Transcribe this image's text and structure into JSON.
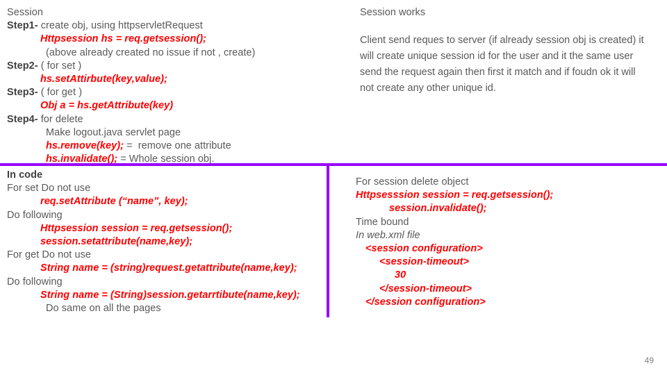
{
  "slide": {
    "page_number": "49",
    "accent_color": "#9900ff",
    "code_color": "#ff0000",
    "text_color": "#595959"
  },
  "top_left": {
    "title": "Session",
    "lines": [
      {
        "step": "Step1-",
        "rest": " create obj, using httpservletRequest"
      },
      {
        "code": "Httpsession hs = req.getsession();"
      },
      {
        "plain": "(above already created no issue if not , create)"
      },
      {
        "step": "Step2-",
        "rest": " ( for set )"
      },
      {
        "code": "hs.setAttirbute(key,value);"
      },
      {
        "step": "Step3-",
        "rest": " ( for get )"
      },
      {
        "code": "Obj a = hs.getAttribute(key)"
      },
      {
        "step": "Step4-",
        "rest": " for delete"
      },
      {
        "plain": "Make logout.java servlet page"
      },
      {
        "code": "hs.remove(key);",
        "tail": " =  remove one attribute"
      },
      {
        "code": "hs.invalidate();",
        "tail": " = Whole session obj."
      }
    ]
  },
  "top_right": {
    "title": "Session works",
    "paragraph": "Client send reques to server (if already session obj is created) it will create unique session id for the user and it the same user send the request again then first it match and if foudn ok it will not create any other unique id."
  },
  "bottom_left": {
    "heading": "In code",
    "lines": [
      {
        "plain": "For set Do not use"
      },
      {
        "code": "req.setAttribute (“name”, key);"
      },
      {
        "plain": "Do following"
      },
      {
        "code": "Httpsession session = req.getsession();"
      },
      {
        "code": "session.setattribute(name,key);"
      },
      {
        "plain": "For get Do not use"
      },
      {
        "code": "String name = (string)request.getattribute(name,key);"
      },
      {
        "plain": "Do following"
      },
      {
        "code": "String name = (String)session.getarrtibute(name,key);"
      },
      {
        "plain": "Do same on all the pages"
      }
    ]
  },
  "bottom_right": {
    "lines": [
      {
        "plain": "For session delete object"
      },
      {
        "code": "Httpsesssion session = req.getsession();"
      },
      {
        "code_indent": "session.invalidate();"
      },
      {
        "plain": "Time bound"
      },
      {
        "italic": "In web.xml file"
      },
      {
        "xml1": "<session configuration>"
      },
      {
        "xml2": "<session-timeout>"
      },
      {
        "xml3": "30"
      },
      {
        "xml4": "</session-timeout>"
      },
      {
        "xml5": "</session configuration>"
      }
    ]
  }
}
